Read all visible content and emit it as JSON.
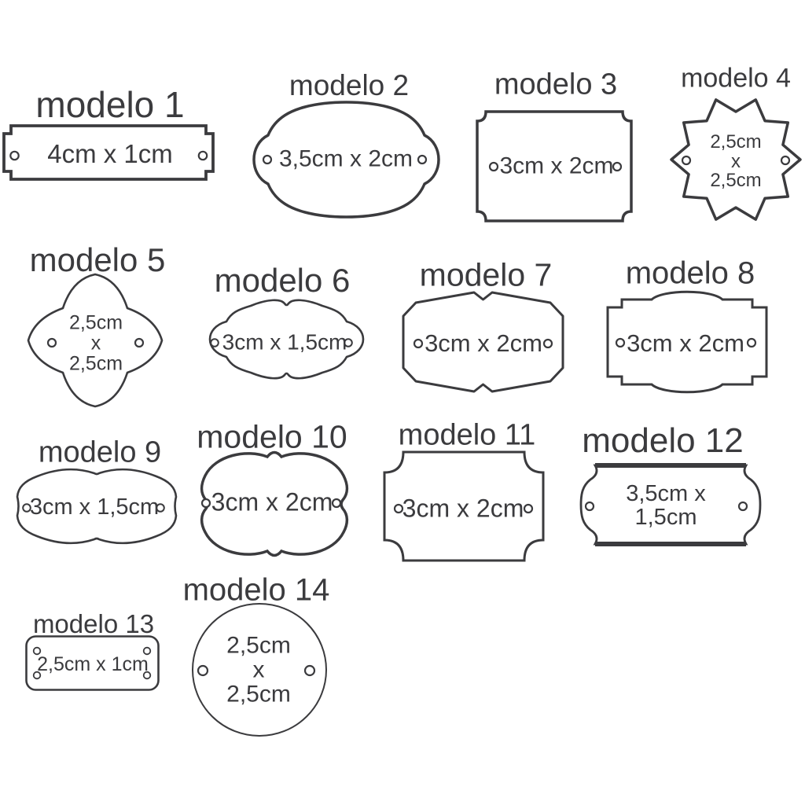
{
  "page": {
    "background_color": "#ffffff",
    "ink_color": "#3b3b3e",
    "description": "Catalog of 14 plaque/label templates with sizes"
  },
  "models": [
    {
      "title": "modelo 1",
      "dims": "4cm x 1cm",
      "shape": "notched-corner-bar",
      "holes": 2
    },
    {
      "title": "modelo 2",
      "dims": "3,5cm x 2cm",
      "shape": "ornate-bracket",
      "holes": 2
    },
    {
      "title": "modelo 3",
      "dims": "3cm x 2cm",
      "shape": "scooped-corner-rectangle",
      "holes": 2
    },
    {
      "title": "modelo 4",
      "dims": "2,5cm\nx\n2,5cm",
      "shape": "ten-point-star",
      "holes": 2
    },
    {
      "title": "modelo 5",
      "dims": "2,5cm\nx\n2,5cm",
      "shape": "pointed-quatrefoil",
      "holes": 2
    },
    {
      "title": "modelo 6",
      "dims": "3cm x 1,5cm",
      "shape": "ornate-bracket-small",
      "holes": 2
    },
    {
      "title": "modelo 7",
      "dims": "3cm x 2cm",
      "shape": "angular-plaque",
      "holes": 2
    },
    {
      "title": "modelo 8",
      "dims": "3cm x 2cm",
      "shape": "arched-plaque",
      "holes": 2
    },
    {
      "title": "modelo 9",
      "dims": "3cm x 1,5cm",
      "shape": "wavy-oval",
      "holes": 2
    },
    {
      "title": "modelo 10",
      "dims": "3cm x 2cm",
      "shape": "scalloped-cloud",
      "holes": 2
    },
    {
      "title": "modelo 11",
      "dims": "3cm x 2cm",
      "shape": "concave-corner-rectangle",
      "holes": 2
    },
    {
      "title": "modelo 12",
      "dims": "3,5cm x 1,5cm",
      "shape": "price-tag",
      "holes": 2
    },
    {
      "title": "modelo 13",
      "dims": "2,5cm x 1cm",
      "shape": "rounded-rectangle",
      "holes": 4
    },
    {
      "title": "modelo 14",
      "dims": "2,5cm\nx\n2,5cm",
      "shape": "circle",
      "holes": 2
    }
  ]
}
